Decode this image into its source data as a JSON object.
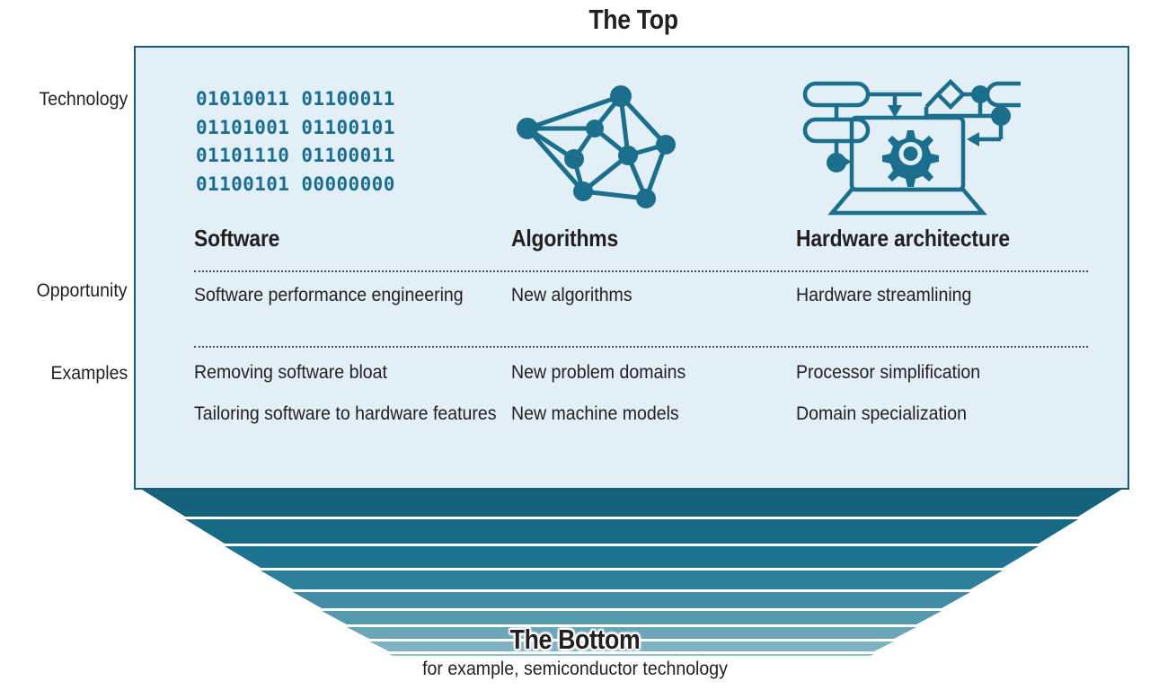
{
  "top_title": "The Top",
  "bottom": {
    "title": "The Bottom",
    "subtitle": "for example, semiconductor technology"
  },
  "row_labels": {
    "technology": "Technology",
    "opportunity": "Opportunity",
    "examples": "Examples"
  },
  "colors": {
    "panel_fill": "#e2eff7",
    "panel_border": "#1b5a77",
    "icon_teal": "#1b6e8c",
    "binary_text": "#1b6e8c",
    "text": "#231f20",
    "funnel_darkest": "#15627d",
    "funnel_lightest": "#dceaf2"
  },
  "columns": [
    {
      "id": "software",
      "heading": "Software",
      "icon": "binary-code-icon",
      "binary_lines": [
        "01010011 01100011",
        "01101001 01100101",
        "01101110 01100011",
        "01100101 00000000"
      ],
      "opportunity": "Software performance engineering",
      "examples": [
        "Removing software bloat",
        "Tailoring software to hardware features"
      ]
    },
    {
      "id": "algorithms",
      "heading": "Algorithms",
      "icon": "network-graph-icon",
      "opportunity": "New algorithms",
      "examples": [
        "New problem domains",
        "New machine models"
      ]
    },
    {
      "id": "hardware-architecture",
      "heading": "Hardware architecture",
      "icon": "laptop-gear-flowchart-icon",
      "opportunity": "Hardware streamlining",
      "examples": [
        "Processor simplification",
        "Domain specialization"
      ]
    }
  ],
  "funnel": {
    "bands": [
      {
        "height": 30,
        "color": "#15627d",
        "inset": 0
      },
      {
        "height": 27,
        "color": "#176a84",
        "inset": 48
      },
      {
        "height": 24,
        "color": "#1d7390",
        "inset": 92
      },
      {
        "height": 21,
        "color": "#2b7f99",
        "inset": 132
      },
      {
        "height": 18,
        "color": "#3f8ca4",
        "inset": 168
      },
      {
        "height": 15,
        "color": "#5599ad",
        "inset": 200
      },
      {
        "height": 13,
        "color": "#6aa6b8",
        "inset": 228
      },
      {
        "height": 11,
        "color": "#7fb2c2",
        "inset": 253
      },
      {
        "height": 9,
        "color": "#93bfcd",
        "inset": 275
      },
      {
        "height": 8,
        "color": "#a5cad6",
        "inset": 295
      },
      {
        "height": 7,
        "color": "#b4d3dd",
        "inset": 312
      },
      {
        "height": 6,
        "color": "#c1dbe3",
        "inset": 327
      },
      {
        "height": 5,
        "color": "#cce2e9",
        "inset": 340
      },
      {
        "height": 5,
        "color": "#d4e7ed",
        "inset": 352
      },
      {
        "height": 4,
        "color": "#dceaf2",
        "inset": 363
      }
    ]
  }
}
